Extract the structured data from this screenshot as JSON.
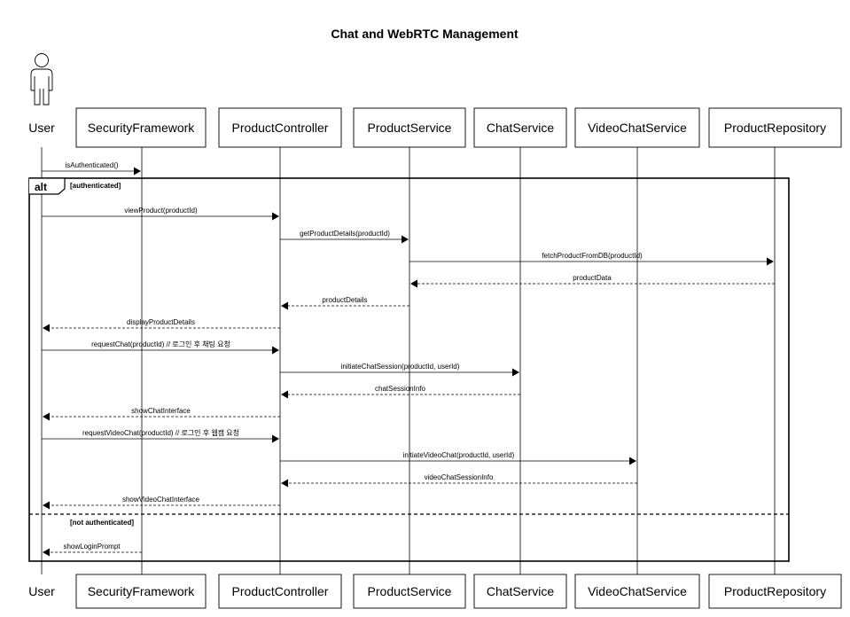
{
  "title": "Chat and WebRTC Management",
  "participants": [
    {
      "id": "user",
      "label": "User",
      "kind": "actor"
    },
    {
      "id": "security",
      "label": "SecurityFramework",
      "kind": "box"
    },
    {
      "id": "controller",
      "label": "ProductController",
      "kind": "box"
    },
    {
      "id": "service",
      "label": "ProductService",
      "kind": "box"
    },
    {
      "id": "chat",
      "label": "ChatService",
      "kind": "box"
    },
    {
      "id": "video",
      "label": "VideoChatService",
      "kind": "box"
    },
    {
      "id": "repo",
      "label": "ProductRepository",
      "kind": "box"
    }
  ],
  "fragment": {
    "keyword": "alt",
    "guards": [
      "[authenticated]",
      "[not authenticated]"
    ]
  },
  "messages": [
    {
      "from": "user",
      "to": "security",
      "label": "isAuthenticated()",
      "style": "sync"
    },
    {
      "from": "user",
      "to": "controller",
      "label": "viewProduct(productId)",
      "style": "sync"
    },
    {
      "from": "controller",
      "to": "service",
      "label": "getProductDetails(productId)",
      "style": "sync"
    },
    {
      "from": "service",
      "to": "repo",
      "label": "fetchProductFromDB(productId)",
      "style": "sync"
    },
    {
      "from": "repo",
      "to": "service",
      "label": "productData",
      "style": "return"
    },
    {
      "from": "service",
      "to": "controller",
      "label": "productDetails",
      "style": "return"
    },
    {
      "from": "controller",
      "to": "user",
      "label": "displayProductDetails",
      "style": "return"
    },
    {
      "from": "user",
      "to": "controller",
      "label": "requestChat(productId)  // 로그인 후 채팅 요청",
      "style": "sync"
    },
    {
      "from": "controller",
      "to": "chat",
      "label": "initiateChatSession(productId, userId)",
      "style": "sync"
    },
    {
      "from": "chat",
      "to": "controller",
      "label": "chatSessionInfo",
      "style": "return"
    },
    {
      "from": "controller",
      "to": "user",
      "label": "showChatInterface",
      "style": "return"
    },
    {
      "from": "user",
      "to": "controller",
      "label": "requestVideoChat(productId)  // 로그인 후 웹캠 요청",
      "style": "sync"
    },
    {
      "from": "controller",
      "to": "video",
      "label": "initiateVideoChat(productId, userId)",
      "style": "sync"
    },
    {
      "from": "video",
      "to": "controller",
      "label": "videoChatSessionInfo",
      "style": "return"
    },
    {
      "from": "controller",
      "to": "user",
      "label": "showVideoChatInterface",
      "style": "return"
    },
    {
      "from": "security",
      "to": "user",
      "label": "showLoginPrompt",
      "style": "return"
    }
  ]
}
